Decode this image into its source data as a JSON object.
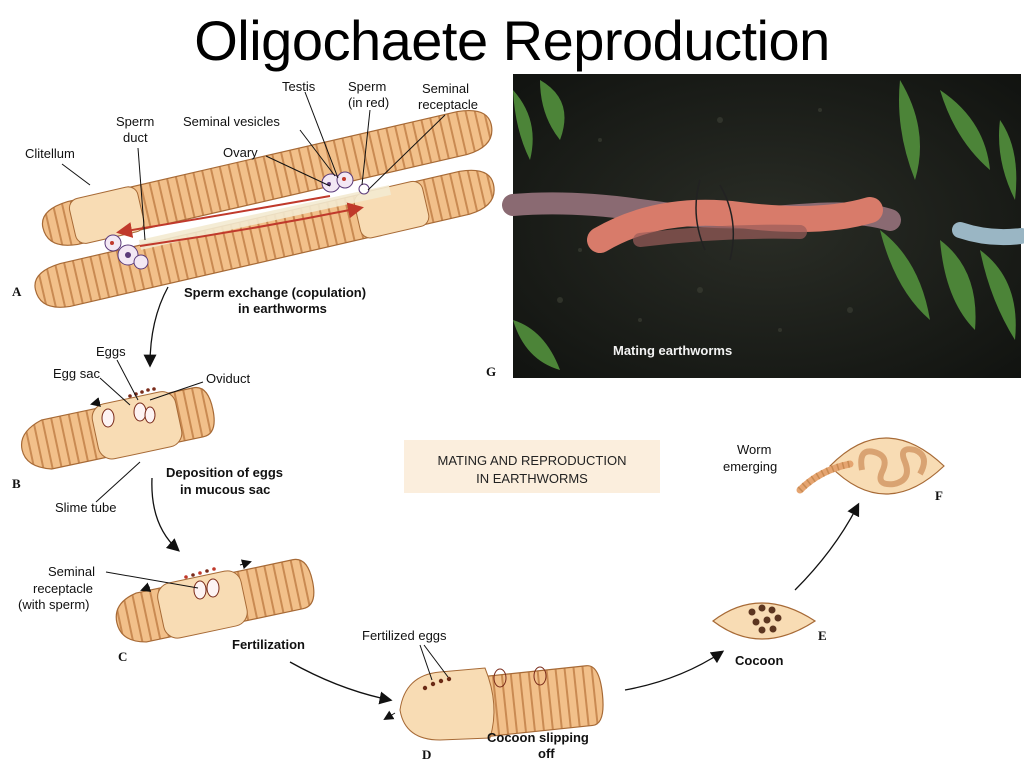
{
  "title": "Oligochaete Reproduction",
  "colors": {
    "worm_body": "#f2c08a",
    "worm_ring": "#c98a52",
    "clitellum": "#f8dcb4",
    "sperm_line": "#c0392b",
    "photo_soil": "#1c1f19",
    "box_bg": "#fbeedd"
  },
  "panel_a": {
    "letter": "A",
    "caption_line1": "Sperm exchange (copulation)",
    "caption_line2": "in earthworms",
    "labels": {
      "testis": "Testis",
      "sperm_red_line1": "Sperm",
      "sperm_red_line2": "(in red)",
      "seminal_receptacle_line1": "Seminal",
      "seminal_receptacle_line2": "receptacle",
      "sperm_duct_line1": "Sperm",
      "sperm_duct_line2": "duct",
      "seminal_vesicles": "Seminal vesicles",
      "ovary": "Ovary",
      "clitellum": "Clitellum"
    }
  },
  "panel_b": {
    "letter": "B",
    "caption_line1": "Deposition of eggs",
    "caption_line2": "in mucous sac",
    "labels": {
      "eggs": "Eggs",
      "egg_sac": "Egg sac",
      "oviduct": "Oviduct",
      "slime_tube": "Slime tube"
    }
  },
  "panel_c": {
    "letter": "C",
    "caption": "Fertilization",
    "labels": {
      "seminal_line1": "Seminal",
      "seminal_line2": "receptacle",
      "seminal_line3": "(with sperm)"
    }
  },
  "panel_d": {
    "letter": "D",
    "caption_line1": "Cocoon slipping",
    "caption_line2": "off",
    "labels": {
      "fertilized_eggs": "Fertilized eggs"
    }
  },
  "panel_e": {
    "letter": "E",
    "caption": "Cocoon"
  },
  "panel_f": {
    "letter": "F",
    "labels": {
      "worm_line1": "Worm",
      "worm_line2": "emerging"
    }
  },
  "panel_g": {
    "letter": "G",
    "photo_caption": "Mating earthworms"
  },
  "center_box": {
    "line1": "MATING AND REPRODUCTION",
    "line2": "IN EARTHWORMS"
  }
}
